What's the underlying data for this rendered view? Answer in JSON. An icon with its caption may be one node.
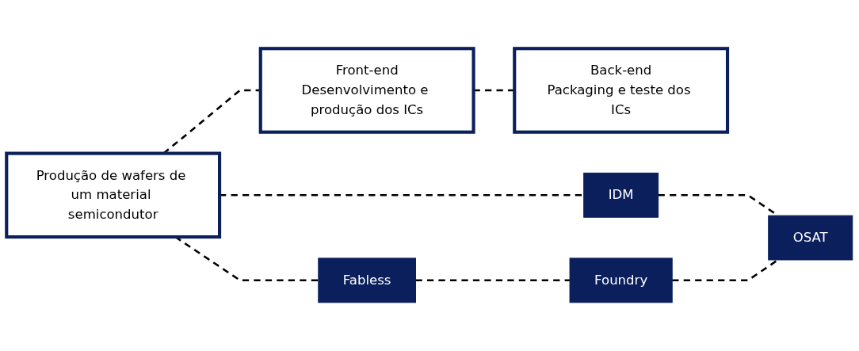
{
  "diagram": {
    "nodes": [
      {
        "text": [
          "Produção de wafers de um material semicondutor"
        ]
      },
      {
        "text": [
          "Front-end",
          "Desenvolvimento e produção dos ICs"
        ]
      },
      {
        "text": [
          "Back-end",
          "Packaging e teste dos ICs"
        ]
      },
      {
        "text": [
          "IDM"
        ]
      },
      {
        "text": [
          "OSAT"
        ]
      },
      {
        "text": [
          "Fabless"
        ]
      },
      {
        "text": [
          "Foundry"
        ]
      }
    ],
    "edges": [
      {
        "from": 0,
        "to": 1,
        "arrow": "none",
        "style": "dashed"
      },
      {
        "from": 1,
        "to": 2,
        "arrow": "none",
        "style": "dashed"
      },
      {
        "from": 0,
        "to": 3,
        "arrow": "none",
        "style": "dashed"
      },
      {
        "from": 0,
        "to": 5,
        "arrow": "none",
        "style": "dashed"
      },
      {
        "from": 3,
        "to": 4,
        "arrow": "none",
        "style": "dashed"
      },
      {
        "from": 5,
        "to": 6,
        "arrow": "none",
        "style": "dashed"
      },
      {
        "from": 6,
        "to": 4,
        "arrow": "none",
        "style": "dashed"
      }
    ]
  }
}
